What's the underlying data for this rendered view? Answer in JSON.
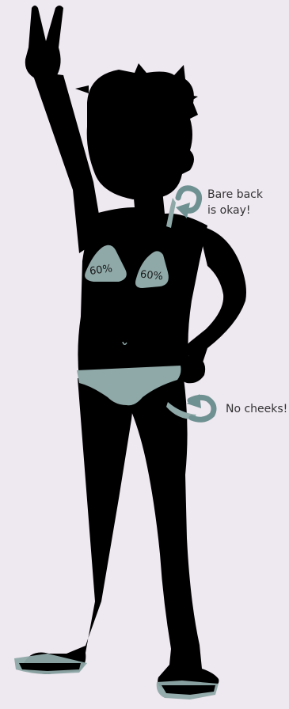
{
  "annotations": {
    "back_line1": "Bare back",
    "back_line2": "is okay!",
    "cheeks": "No cheeks!"
  },
  "coverage": {
    "left_cup": "60%",
    "right_cup": "60%"
  },
  "colors": {
    "background": "#eee8f0",
    "silhouette": "#000000",
    "swimsuit": "#8fa9a8",
    "arrow": "#6f9191",
    "text": "#333333"
  }
}
